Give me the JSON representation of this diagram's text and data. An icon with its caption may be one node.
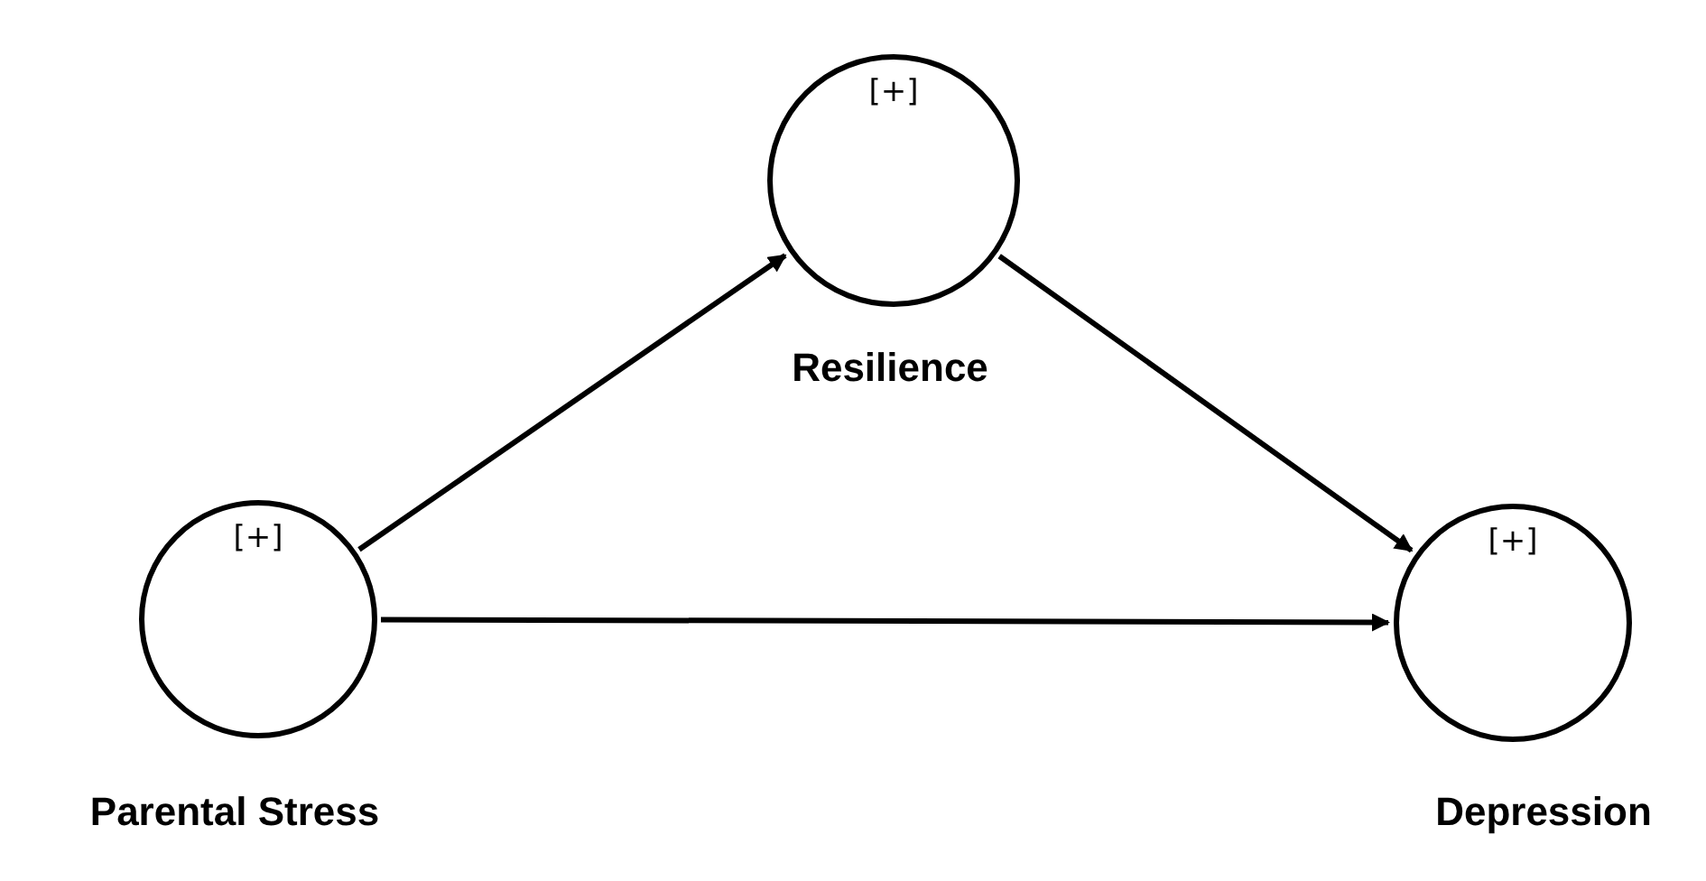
{
  "diagram": {
    "nodes": [
      {
        "text": [
          "[+]",
          "Parental Stress"
        ]
      },
      {
        "text": [
          "[+]",
          "Resilience"
        ]
      },
      {
        "text": [
          "[+]",
          "Depression"
        ]
      }
    ],
    "edges": [
      {
        "from": 0,
        "to": 1,
        "arrow": "to"
      },
      {
        "from": 1,
        "to": 2,
        "arrow": "to"
      },
      {
        "from": 0,
        "to": 2,
        "arrow": "to"
      }
    ]
  }
}
